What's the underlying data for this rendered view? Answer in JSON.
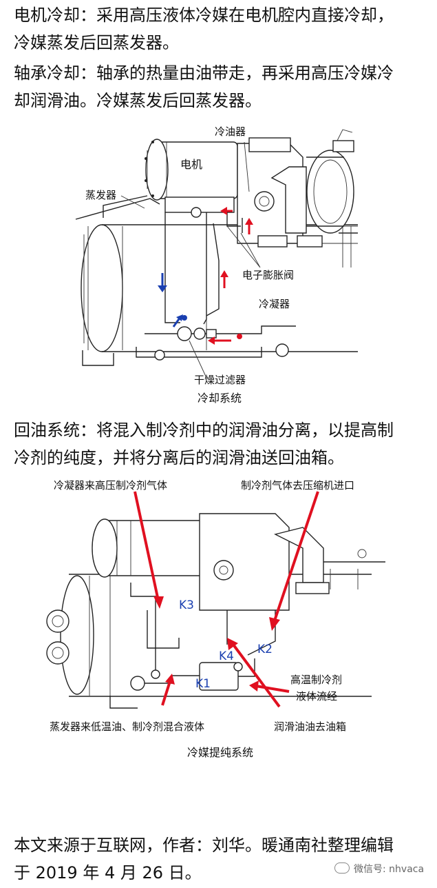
{
  "section1": {
    "motor_cooling": [
      "电机冷却：采用高压液体冷媒在电机腔内直接冷却，",
      "冷媒蒸发后回蒸发器。"
    ],
    "bearing_cooling": [
      "轴承冷却：轴承的热量由油带走，再采用高压冷媒冷",
      "却润滑油。冷媒蒸发后回蒸发器。"
    ]
  },
  "figure1": {
    "labels": {
      "oil_cooler": "冷油器",
      "motor": "电机",
      "evaporator": "蒸发器",
      "expansion_valve": "电子膨胀阀",
      "condenser": "冷凝器",
      "filter_drier": "干燥过滤器"
    },
    "caption": "冷却系统"
  },
  "section2": {
    "oil_return": [
      "回油系统：将混入制冷剂中的润滑油分离，以提高制",
      "冷剂的纯度，并将分离后的润滑油送回油箱。"
    ]
  },
  "figure2": {
    "labels": {
      "condenser_gas": "冷凝器来高压制冷剂气体",
      "gas_to_compressor": "制冷剂气体去压缩机进口",
      "k3": "K3",
      "k4": "K4",
      "k2": "K2",
      "k1": "K1",
      "hot_gas_line1": "高温制冷剂",
      "hot_gas_line2": "液体流经",
      "evap_mix": "蒸发器来低温油、制冷剂混合液体",
      "oil_to_tank": "润滑油油去油箱"
    },
    "caption": "冷媒提纯系统"
  },
  "footer": {
    "source": [
      "本文来源于互联网，作者：刘华。暖通南社整理编辑",
      "于 2019 年 4 月 26 日。"
    ],
    "watermark": "微信号: nhvaca"
  },
  "colors": {
    "arrow_red": "#e01020",
    "arrow_blue": "#1a3fb0",
    "text": "#111111"
  }
}
